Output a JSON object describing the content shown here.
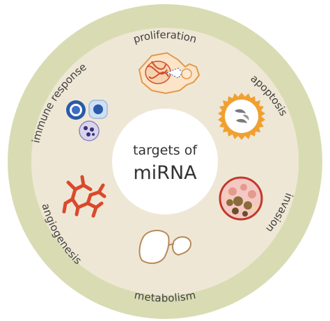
{
  "center": {
    "line1": "targets of",
    "line2": "miRNA"
  },
  "ring_labels": {
    "proliferation": "proliferation",
    "apoptosis": "apoptosis",
    "invasion": "invasion",
    "metabolism": "metabolism",
    "angiogenesis": "angiogenesis",
    "immune_response": "immune response"
  },
  "icons": [
    "dividing-cell-icon",
    "apoptotic-cell-icon",
    "invasive-tissue-icon",
    "liver-icon",
    "blood-vessel-network-icon",
    "immune-cells-icon"
  ],
  "colors": {
    "outer_ring": "#d9dcb3",
    "inner_disc": "#efe7d6",
    "center_disc": "#ffffff",
    "text": "#3f3f3f",
    "accent_red": "#d94a2b",
    "accent_orange": "#f0a030",
    "accent_blue": "#2a5aa8"
  }
}
